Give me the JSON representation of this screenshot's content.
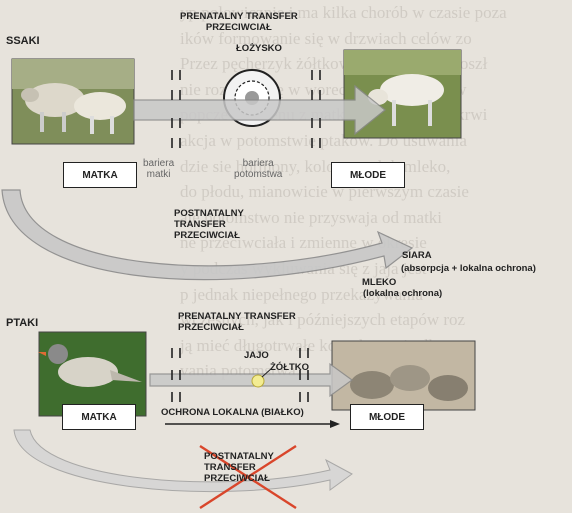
{
  "background_text": [
    "yp połowicznie i ma kilka chorób w czasie poza",
    "ików formowanie się w drzwiach celów zo",
    "Przez pęcherzyk żółtkowy ze srebrnym poszł",
    "nie rozwijał się w woreczku, choć płodów",
    "popcze antygenu z matki nie wykryły w krwi",
    "akcja w potomstwie ptaków. Do usuwania",
    "dzie sie hormony, kolostrum lub mleko,",
    "do płodu, mianowicie w pierwszym czasie",
    "ale potomstwo nie przyswaja od matki",
    "ne przeciwciała i zmienne w okresie",
    "y podczas wykluwania się z jaja jest",
    "p jednak niepełnego przekazywania",
    "wczesnych, jak i późniejszych etapów roz",
    "ją mieć długotrwałe konsekwencje dla",
    "vania potomstwa."
  ],
  "mammals": {
    "title": "SSAKI",
    "prenatal_transfer": "PRENATALNY TRANSFER\nPRZECIWCIAŁ",
    "placenta": "ŁOŻYSKO",
    "mother": "MATKA",
    "mother_barrier": "bariera\nmatki",
    "offspring_barrier": "bariera\npotomstwa",
    "offspring": "MŁODE",
    "postnatal_transfer": "POSTNATALNY\nTRANSFER\nPRZECIWCIAŁ",
    "colostrum": "SIARA",
    "colostrum_note": "(absorpcja + lokalna ochrona)",
    "milk": "MLEKO",
    "milk_note": "(lokalna ochrona)"
  },
  "birds": {
    "title": "PTAKI",
    "prenatal_transfer": "PRENATALNY TRANSFER\nPRZECIWCIAŁ",
    "egg": "JAJO",
    "yolk": "ŻÓŁTKO",
    "mother": "MATKA",
    "local_protection": "OCHRONA LOKALNA (BIAŁKO)",
    "offspring": "MŁODE",
    "postnatal_transfer_crossed": "POSTNATALNY\nTRANSFER\nPRZECIWCIAŁ"
  },
  "colors": {
    "arrow_fill": "#c8c8c8",
    "arrow_stroke": "#8a8a8a",
    "cross": "#d9462b",
    "yolk": "#f3ec92"
  }
}
